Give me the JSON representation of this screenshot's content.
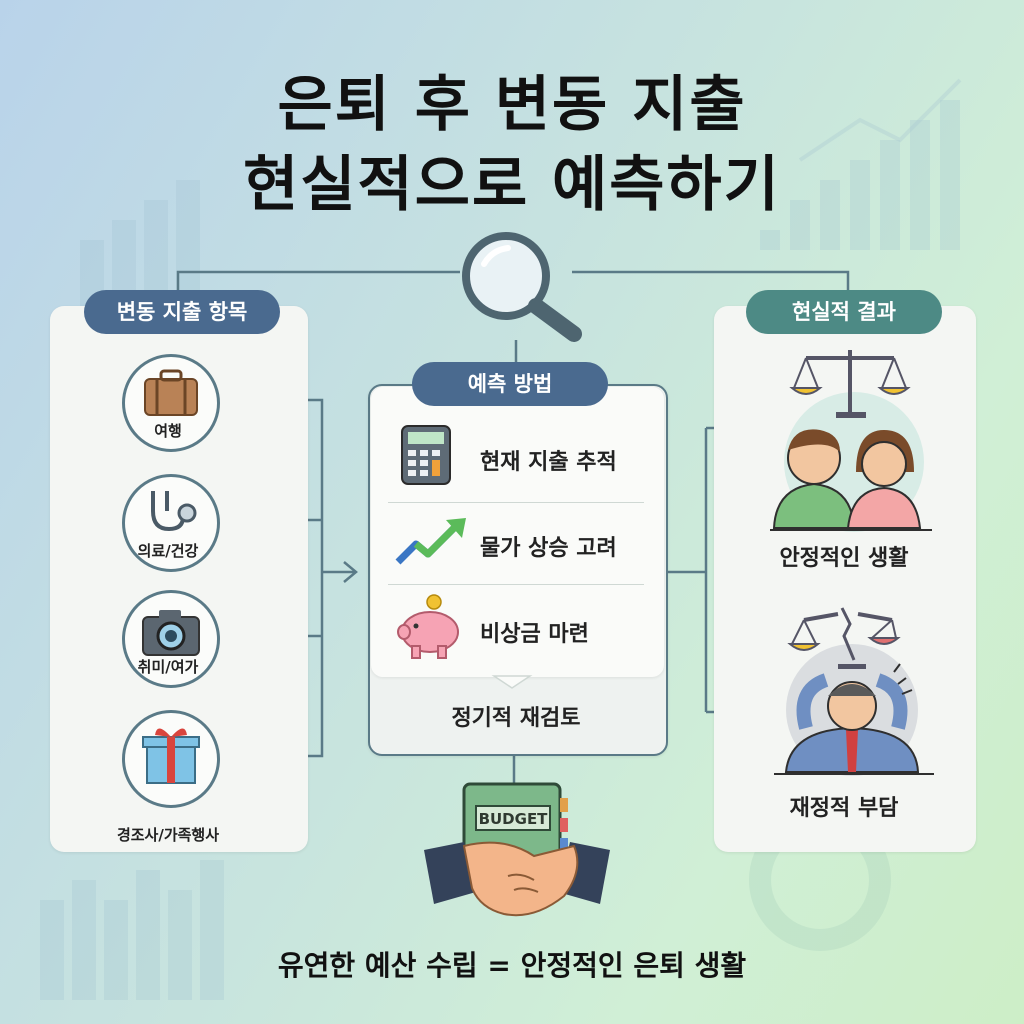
{
  "title": {
    "line1": "은퇴 후 변동 지출",
    "line2": "현실적으로 예측하기"
  },
  "left": {
    "header": "변동 지출 항목",
    "items": [
      {
        "label": "여행",
        "icon": "suitcase-icon"
      },
      {
        "label": "의료/건강",
        "icon": "stethoscope-icon"
      },
      {
        "label": "취미/여가",
        "icon": "camera-icon"
      },
      {
        "label": "경조사/가족행사",
        "icon": "gift-icon"
      }
    ]
  },
  "center": {
    "header": "예측 방법",
    "items": [
      {
        "label": "현재 지출 추적",
        "icon": "calculator-icon"
      },
      {
        "label": "물가 상승 고려",
        "icon": "rising-arrow-icon"
      },
      {
        "label": "비상금 마련",
        "icon": "piggy-bank-icon"
      }
    ],
    "footer": "정기적 재검토",
    "book_label": "BUDGET"
  },
  "right": {
    "header": "현실적 결과",
    "items": [
      {
        "label": "안정적인 생활",
        "icon": "happy-couple-icon"
      },
      {
        "label": "재정적 부담",
        "icon": "stressed-person-icon"
      }
    ]
  },
  "bottom": "유연한 예산 수립 = 안정적인 은퇴 생활",
  "colors": {
    "blue_pill": "#4a6a8f",
    "teal_pill": "#4d8a85",
    "line": "#5a7a87"
  }
}
